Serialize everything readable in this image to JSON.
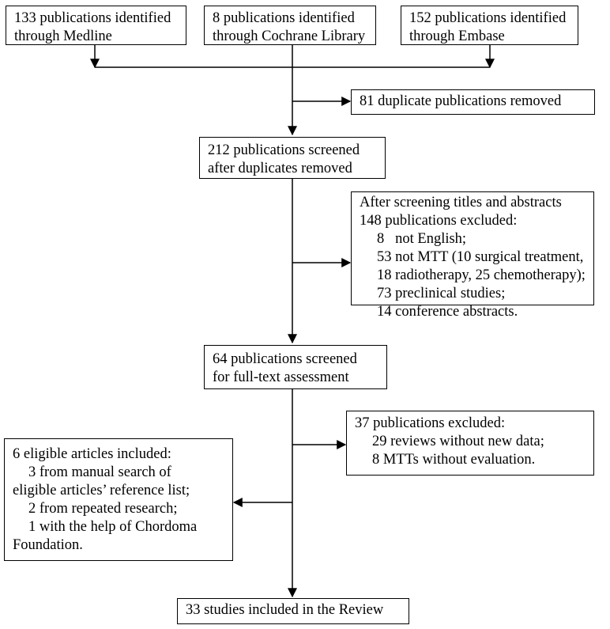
{
  "sources": {
    "medline": [
      "133 publications identified",
      "through Medline"
    ],
    "cochrane": [
      "8 publications identified",
      "through Cochrane Library"
    ],
    "embase": [
      "152 publications identified",
      "through Embase"
    ]
  },
  "duplicates_removed": "81 duplicate publications removed",
  "screened": [
    "212 publications screened",
    "after duplicates removed"
  ],
  "title_abstract_exclusion": {
    "heading": "After screening titles and abstracts",
    "count": "148 publications excluded:",
    "reasons": [
      "8   not English;",
      "53 not MTT (10 surgical treatment,",
      "18 radiotherapy, 25 chemotherapy);",
      "73 preclinical studies;",
      "14 conference abstracts."
    ]
  },
  "fulltext": [
    "64 publications screened",
    "for full-text assessment"
  ],
  "fulltext_exclusion": {
    "count": "37 publications excluded:",
    "reasons": [
      "29 reviews without new data;",
      "8 MTTs without evaluation."
    ]
  },
  "eligible_added": {
    "heading": "6 eligible articles included:",
    "items": [
      "3 from manual search of",
      "eligible articles’ reference list;",
      "2 from repeated research;",
      "1 with the help of Chordoma",
      "Foundation."
    ]
  },
  "final": "33 studies included in the Review",
  "colors": {
    "line": "#000000",
    "box_fill": "#ffffff"
  }
}
